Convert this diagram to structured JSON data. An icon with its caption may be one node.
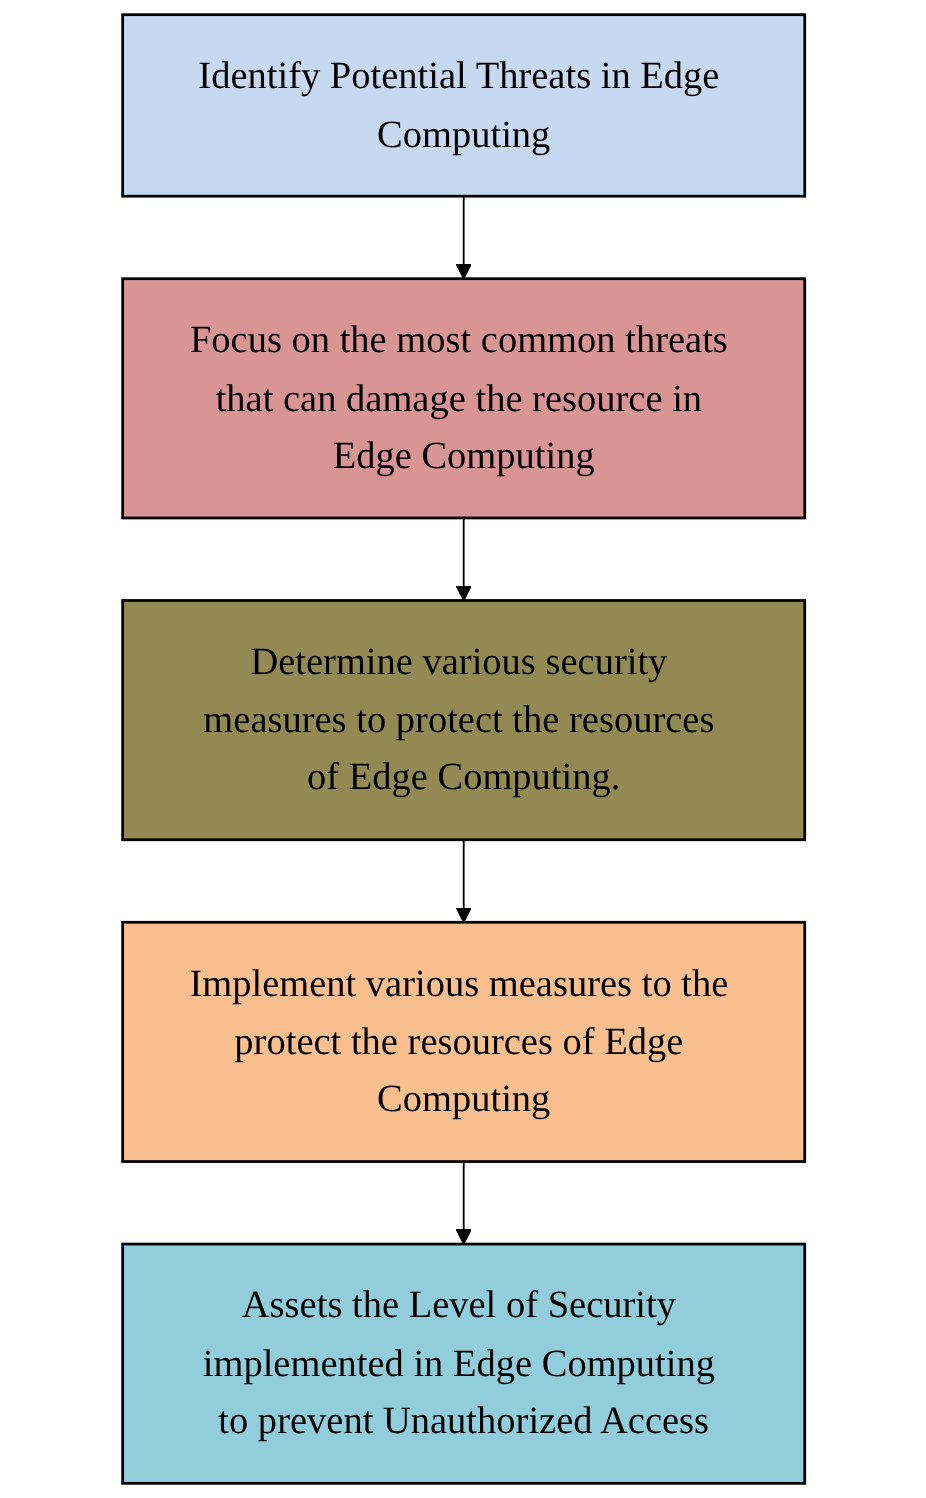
{
  "diagram": {
    "nodes": [
      {
        "text": [
          "Identify Potential Threats in Edge Computing"
        ]
      },
      {
        "text": [
          "Focus on the most common threats that can damage the resource in Edge Computing"
        ]
      },
      {
        "text": [
          "Determine various security measures to protect the resources of Edge Computing."
        ]
      },
      {
        "text": [
          "Implement various measures to the protect the resources of Edge Computing"
        ]
      },
      {
        "text": [
          "Assets the Level of Security implemented in Edge Computing to prevent Unauthorized Access"
        ]
      }
    ],
    "edges": [
      {
        "from": 0,
        "to": 1,
        "arrow": "to"
      },
      {
        "from": 1,
        "to": 2,
        "arrow": "to"
      },
      {
        "from": 2,
        "to": 3,
        "arrow": "to"
      },
      {
        "from": 3,
        "to": 4,
        "arrow": "to"
      }
    ]
  }
}
